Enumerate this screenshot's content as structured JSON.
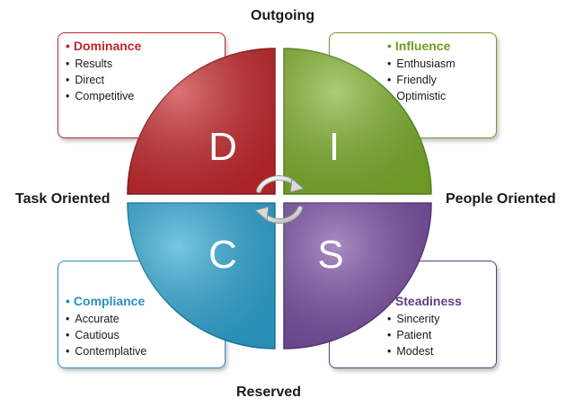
{
  "axes": {
    "top": "Outgoing",
    "bottom": "Reserved",
    "left": "Task Oriented",
    "right": "People Oriented"
  },
  "quadrants": [
    {
      "letter": "D",
      "color": "#c8292c"
    },
    {
      "letter": "I",
      "color": "#7fb32d"
    },
    {
      "letter": "C",
      "color": "#2fa9d6"
    },
    {
      "letter": "S",
      "color": "#7b4fa4"
    }
  ],
  "cards": {
    "dominance": {
      "title": "Dominance",
      "color": "#c0262d",
      "items": [
        "Results",
        "Direct",
        "Competitive"
      ]
    },
    "influence": {
      "title": "Influence",
      "color": "#6f9c26",
      "items": [
        "Enthusiasm",
        "Friendly",
        "Optimistic"
      ]
    },
    "compliance": {
      "title": "Compliance",
      "color": "#2a8fbf",
      "items": [
        "Accurate",
        "Cautious",
        "Contemplative"
      ]
    },
    "steadiness": {
      "title": "Steadiness",
      "color": "#5f3d85",
      "items": [
        "Sincerity",
        "Patient",
        "Modest"
      ]
    }
  }
}
